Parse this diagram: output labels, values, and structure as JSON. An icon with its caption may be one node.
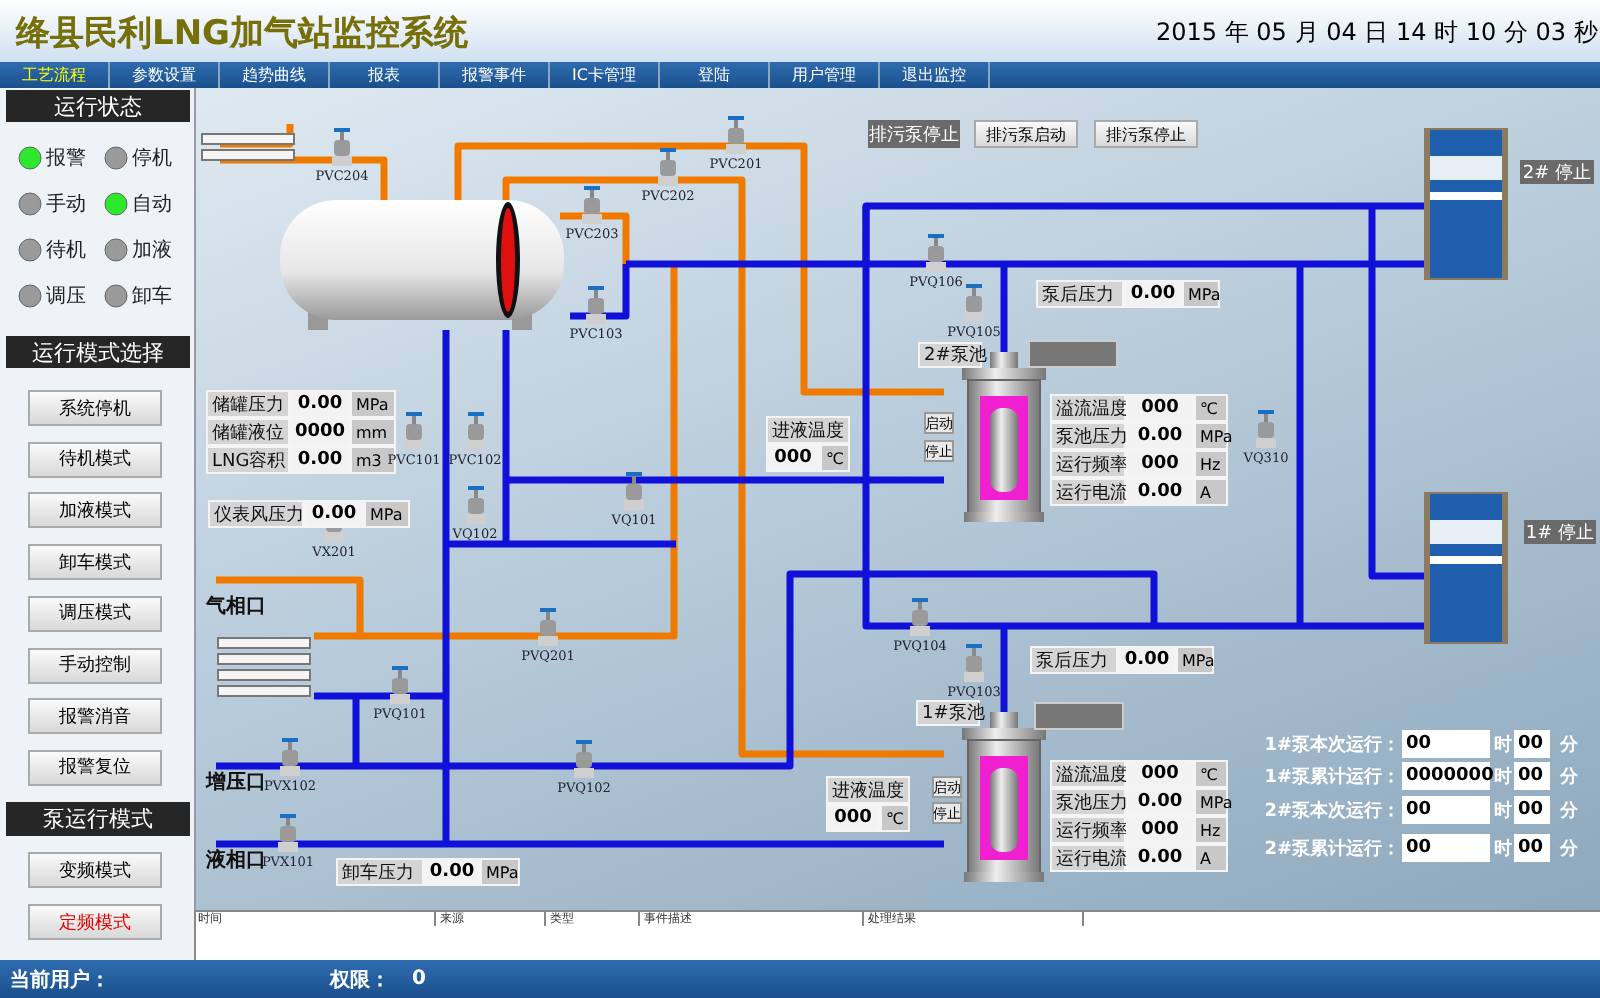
{
  "diagram": {
    "title": "绛县民利LNG加气站监控系统",
    "labels": [
      "2015 年 05 月 04 日 14 时 10 分 03 秒",
      "工艺流程",
      "参数设置",
      "趋势曲线",
      "报表",
      "报警事件",
      "IC卡管理",
      "登陆",
      "用户管理",
      "退出监控",
      "运行状态",
      "报警",
      "停机",
      "手动",
      "自动",
      "待机",
      "加液",
      "调压",
      "卸车",
      "运行模式选择",
      "系统停机",
      "待机模式",
      "加液模式",
      "卸车模式",
      "调压模式",
      "手动控制",
      "报警消音",
      "报警复位",
      "泵运行模式",
      "变频模式",
      "定频模式",
      "排污泵停止",
      "排污泵启动",
      "排污泵停止",
      "2# 停止",
      "PVC204",
      "PVC201",
      "PVC202",
      "PVC203",
      "PVQ106",
      "泵后压力",
      "0.00",
      "MPa",
      "PVC103",
      "PVQ105",
      "2#泵池",
      "储罐压力",
      "0.00",
      "MPa",
      "储罐液位",
      "0000",
      "mm",
      "LNG容积",
      "0.00",
      "m3",
      "进液温度",
      "000",
      "℃",
      "启动",
      "停止",
      "溢流温度",
      "000",
      "℃",
      "泵池压力",
      "0.00",
      "MPa",
      "运行频率",
      "000",
      "Hz",
      "运行电流",
      "0.00",
      "A",
      "PVC101",
      "PVC102",
      "VQ310",
      "仪表风压力",
      "0.00",
      "MPa",
      "1# 停止",
      "VQ102",
      "VQ101",
      "VX201",
      "气相口",
      "PVQ104",
      "PVQ201",
      "泵后压力",
      "0.00",
      "MPa",
      "PVQ103",
      "PVQ101",
      "1#泵池",
      "1#泵本次运行：",
      "00",
      "时",
      "00",
      "分",
      "1#泵累计运行：",
      "0000000",
      "时",
      "00",
      "分",
      "2#泵本次运行：",
      "00",
      "时",
      "00",
      "分",
      "2#泵累计运行：",
      "00",
      "时",
      "00",
      "分",
      "进液温度",
      "000",
      "℃",
      "启动",
      "停止",
      "溢流温度",
      "000",
      "℃",
      "泵池压力",
      "0.00",
      "MPa",
      "运行频率",
      "000",
      "Hz",
      "运行电流",
      "0.00",
      "A",
      "增压口",
      "PVX102",
      "PVQ102",
      "液相口",
      "PVX101",
      "卸车压力",
      "0.00",
      "MPa",
      "时间",
      "来源",
      "类型",
      "事件描述",
      "处理结果",
      "当前用户：",
      "权限：",
      "0"
    ]
  }
}
